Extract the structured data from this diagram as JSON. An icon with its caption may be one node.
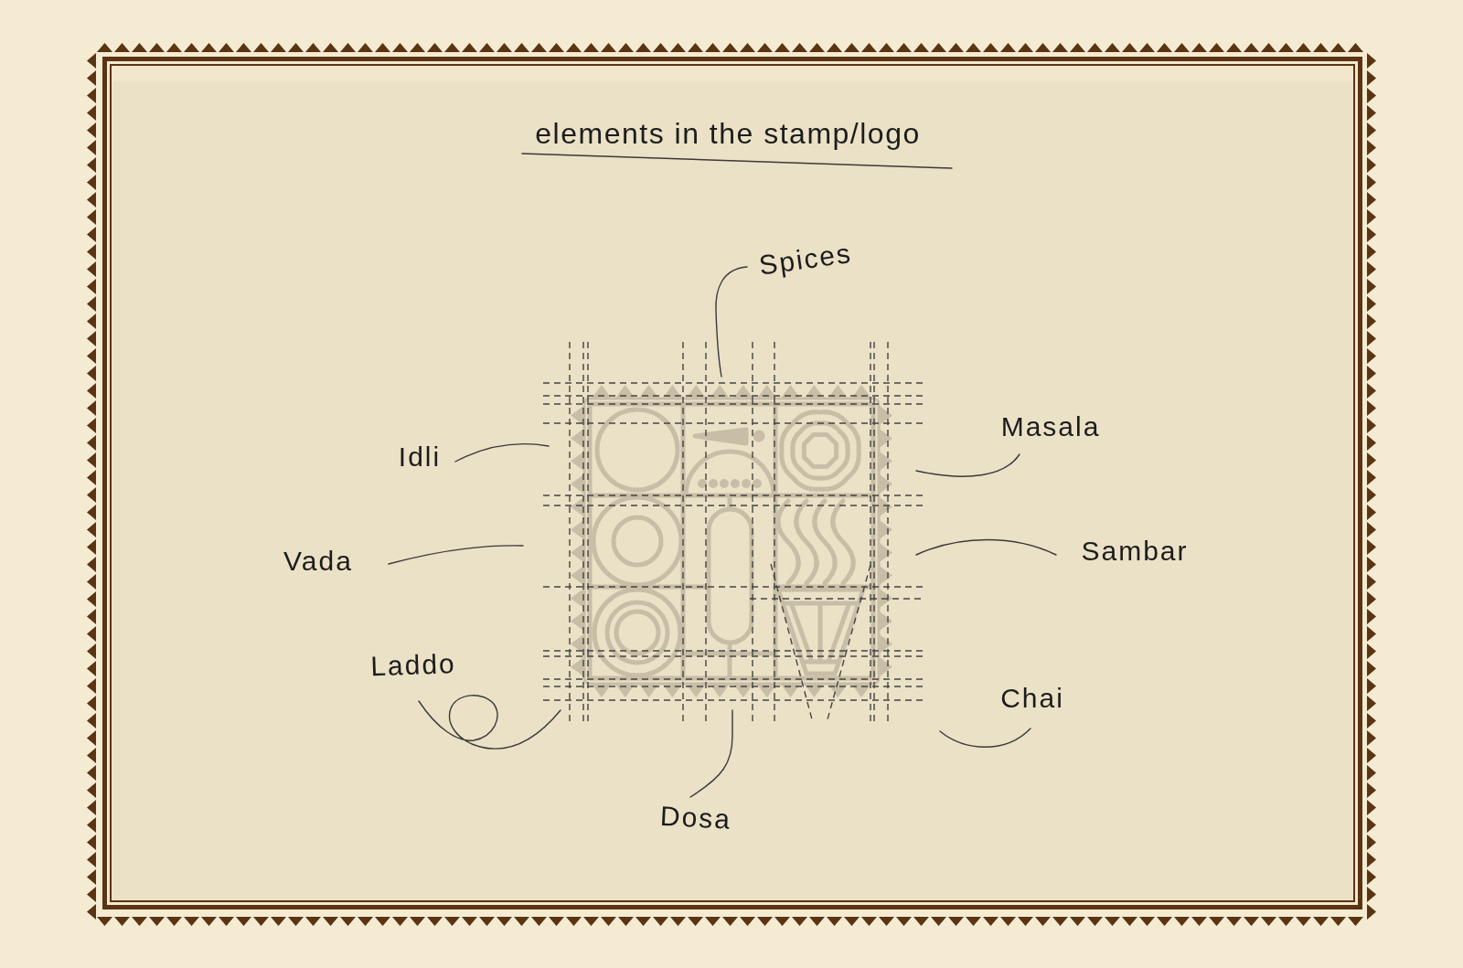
{
  "diagram": {
    "title": "elements in the stamp/logo",
    "nodes": [
      {
        "text": [
          "Spices"
        ]
      },
      {
        "text": [
          "Idli"
        ]
      },
      {
        "text": [
          "Masala"
        ]
      },
      {
        "text": [
          "Vada"
        ]
      },
      {
        "text": [
          "Sambar"
        ]
      },
      {
        "text": [
          "Laddo"
        ]
      },
      {
        "text": [
          "Chai"
        ]
      },
      {
        "text": [
          "Dosa"
        ]
      }
    ],
    "edges": [
      {
        "from": 0,
        "to": null,
        "arrow": "none"
      },
      {
        "from": 1,
        "to": null,
        "arrow": "none"
      },
      {
        "from": 2,
        "to": null,
        "arrow": "none"
      },
      {
        "from": 3,
        "to": null,
        "arrow": "none"
      },
      {
        "from": 4,
        "to": null,
        "arrow": "none"
      },
      {
        "from": 5,
        "to": null,
        "arrow": "none"
      },
      {
        "from": 6,
        "to": null,
        "arrow": "none"
      },
      {
        "from": 7,
        "to": null,
        "arrow": "none"
      }
    ]
  }
}
